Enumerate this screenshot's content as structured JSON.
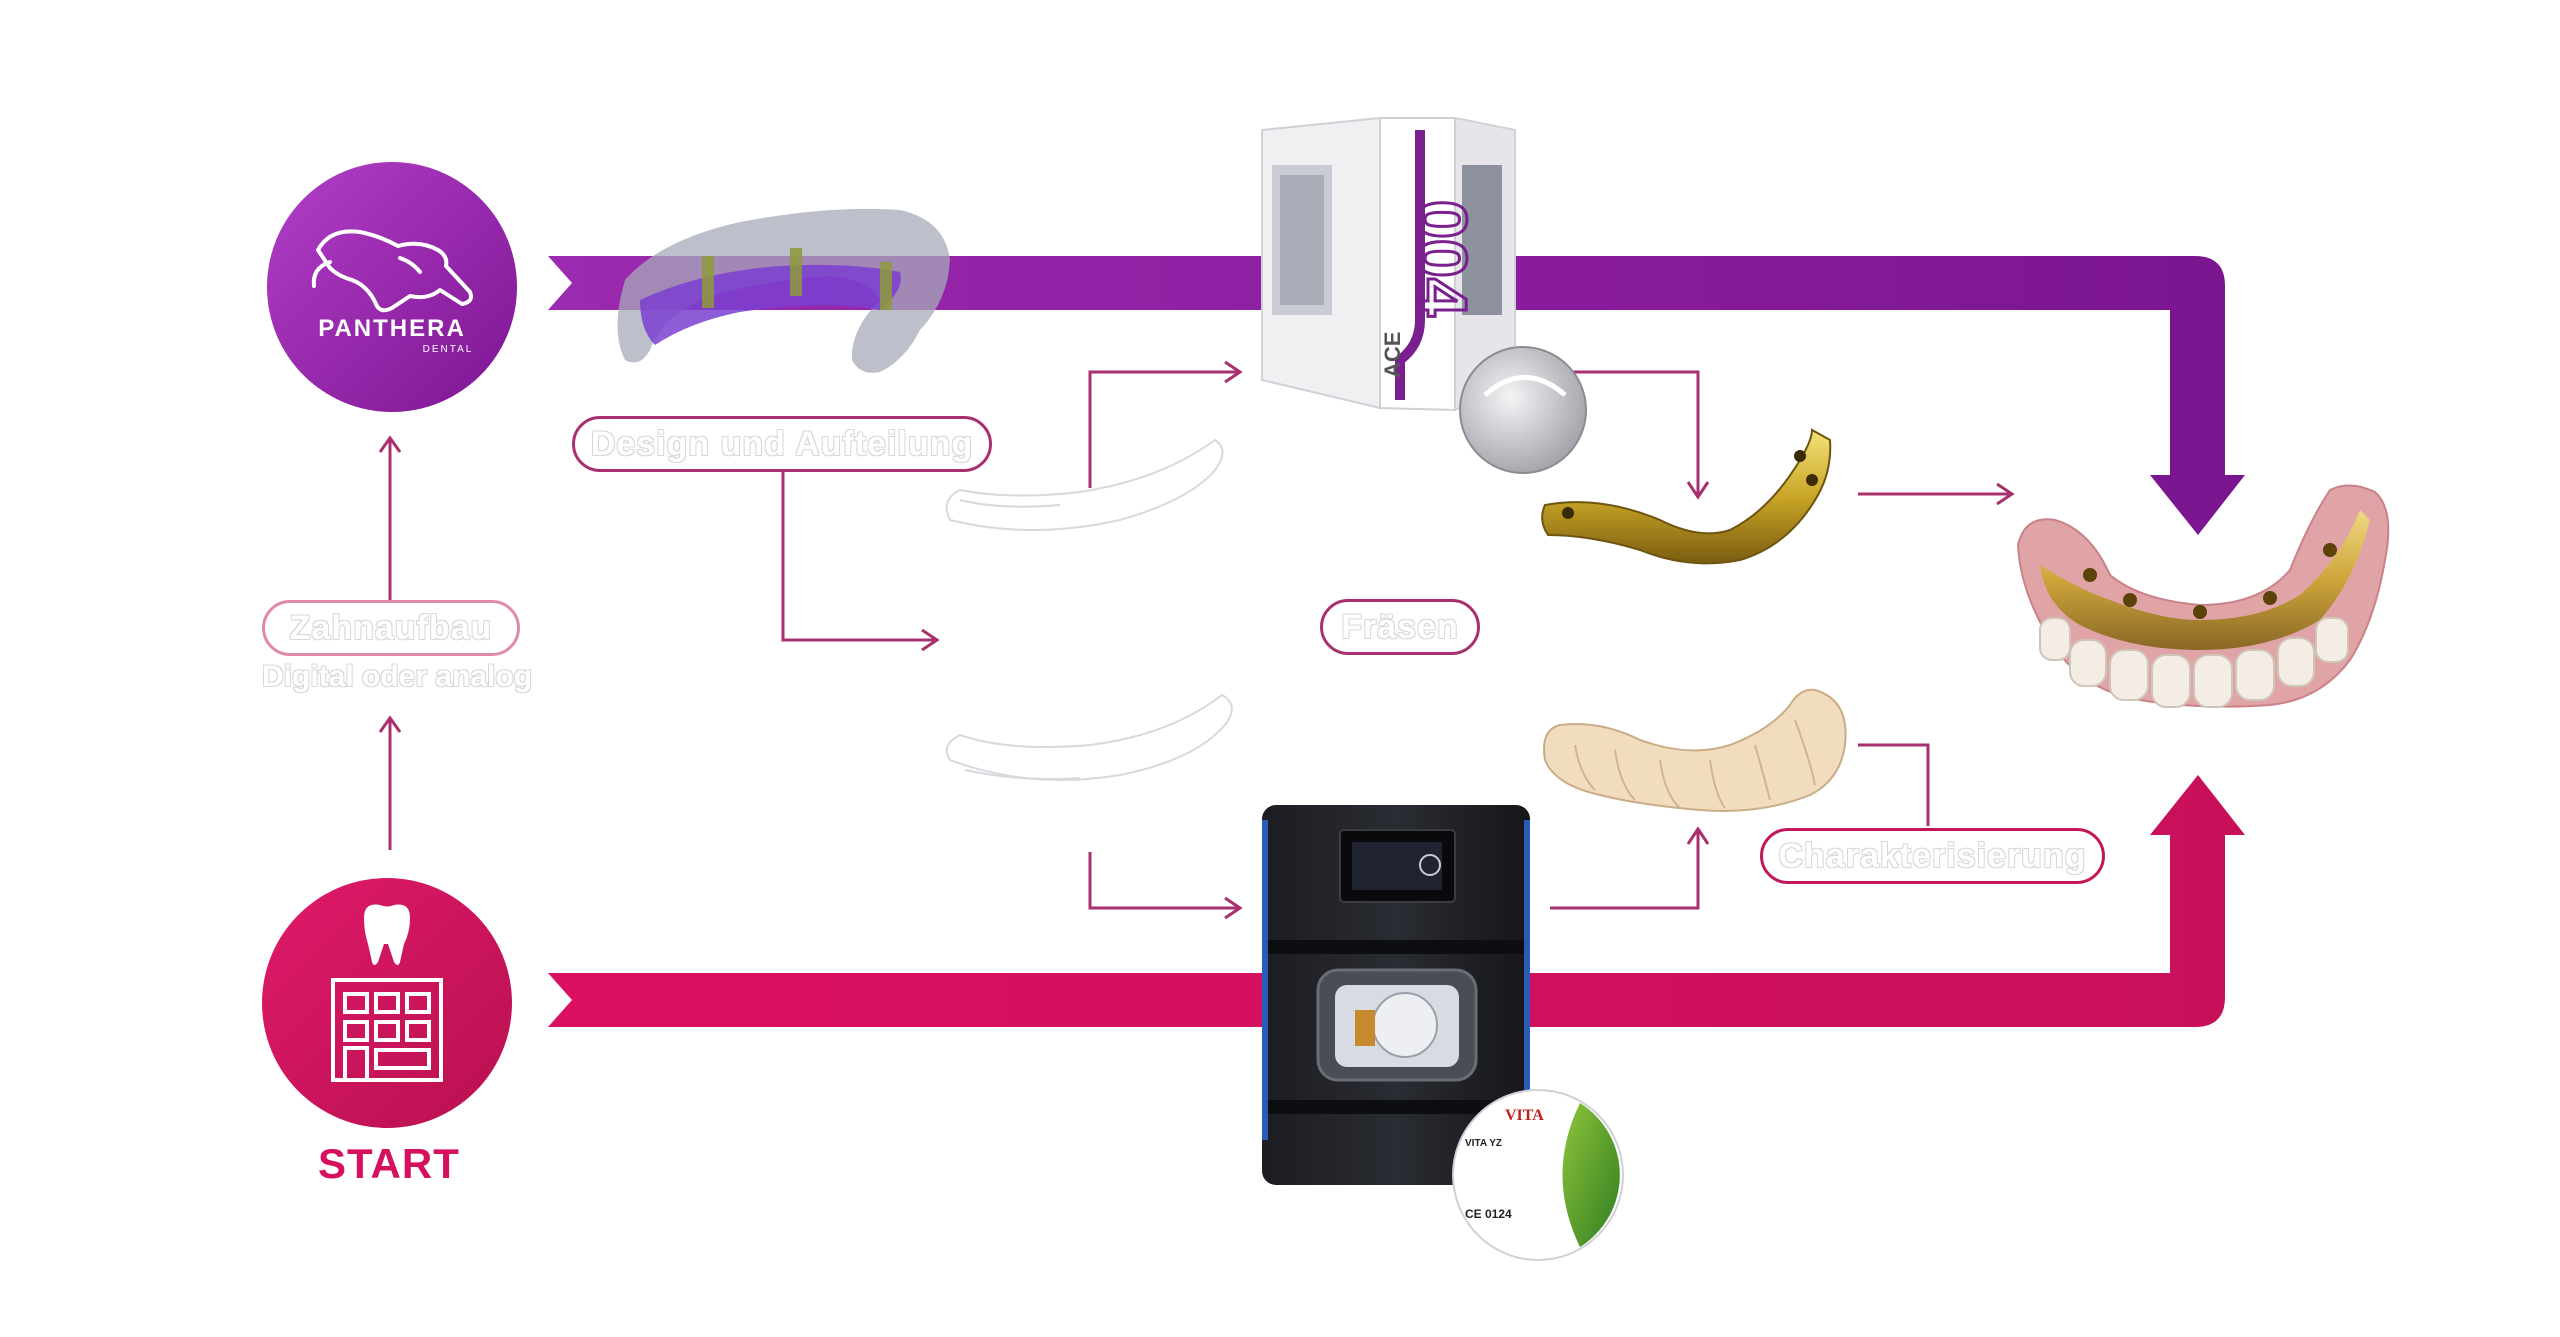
{
  "labels": {
    "design": "Design und Aufteilung",
    "zahnaufbau": "Zahnaufbau",
    "zahnaufbau_sub": "Digital oder analog",
    "fraesen": "Fräsen",
    "charakterisierung": "Charakterisierung",
    "start": "START"
  },
  "logo": {
    "brand": "PANTHERA",
    "sub": "DENTAL"
  },
  "machine_ace": {
    "model": "004",
    "brand": "ACE"
  },
  "vita_disc": {
    "brand": "VITA",
    "product": "VITA YZ",
    "ce": "CE 0124"
  },
  "colors": {
    "purple": "#8e1fa0",
    "pink": "#d6105f",
    "connector": "#a8306e"
  },
  "icons": [
    "panther-logo-icon",
    "tooth-icon",
    "clinic-building-icon"
  ]
}
